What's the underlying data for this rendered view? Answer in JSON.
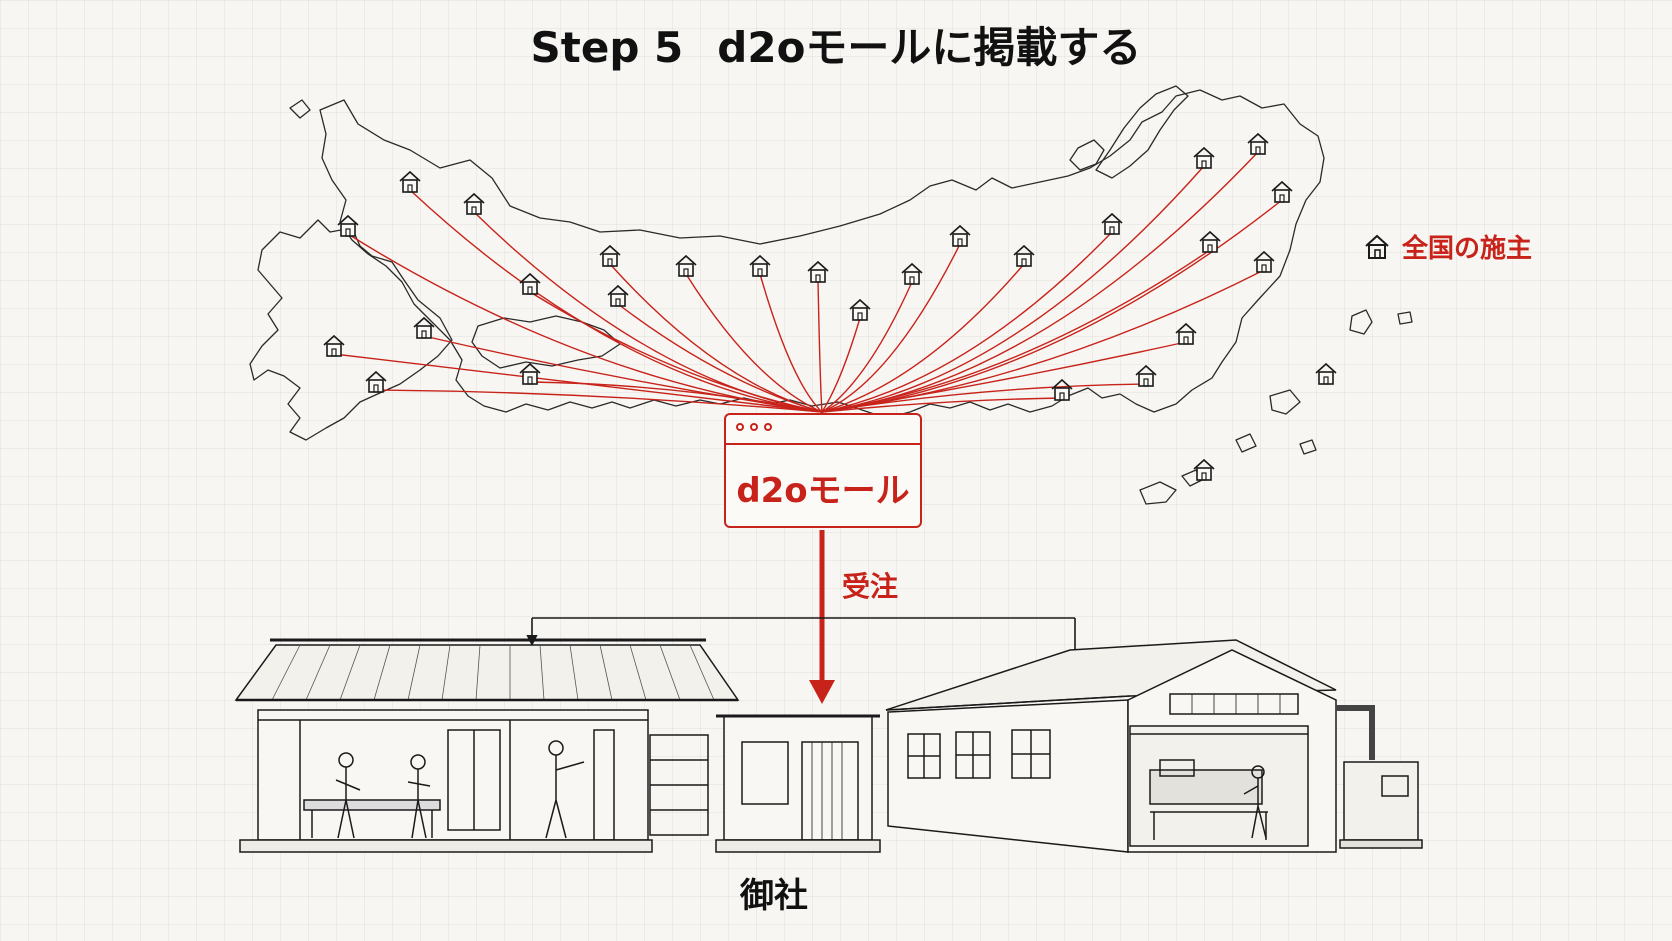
{
  "title": {
    "step": "Step 5",
    "text": "d2oモールに掲載する"
  },
  "legend": {
    "icon": "house-icon",
    "label": "全国の施主"
  },
  "mall": {
    "label": "d2oモール",
    "icon": "browser-window-icon"
  },
  "order": {
    "label": "受注"
  },
  "company": {
    "label": "御社",
    "illustrations": [
      "workshop-illustration",
      "factory-illustration"
    ]
  },
  "colors": {
    "accent": "#c8231b",
    "ink": "#1a1a1a",
    "background": "#f7f6f2"
  }
}
